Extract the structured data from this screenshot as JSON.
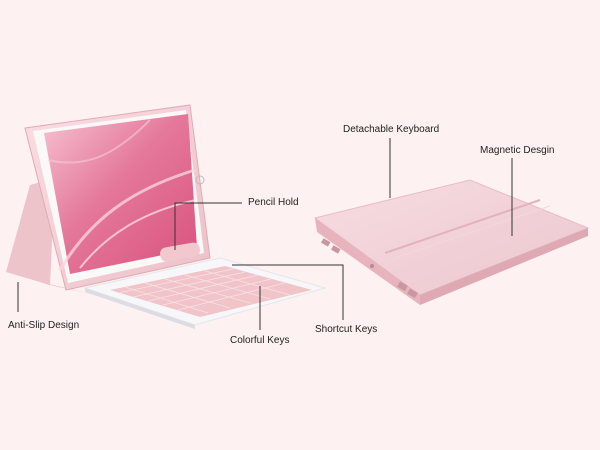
{
  "callouts": {
    "detachable_keyboard": "Detachable Keyboard",
    "magnetic_design": "Magnetic Desgin",
    "pencil_hold": "Pencil Hold",
    "anti_slip_design": "Anti-Slip Design",
    "colorful_keys": "Colorful  Keys",
    "shortcut_keys": "Shortcut Keys"
  },
  "colors": {
    "background": "#fdf1f1",
    "case_pink": "#f2c9cf",
    "screen_pink": "#e88aa7",
    "keyboard_white": "#f7f7f9",
    "key_pink": "#f2c7cc",
    "leader_line": "#333333"
  },
  "icons": [
    "tablet-keyboard-case",
    "closed-keyboard-case"
  ]
}
